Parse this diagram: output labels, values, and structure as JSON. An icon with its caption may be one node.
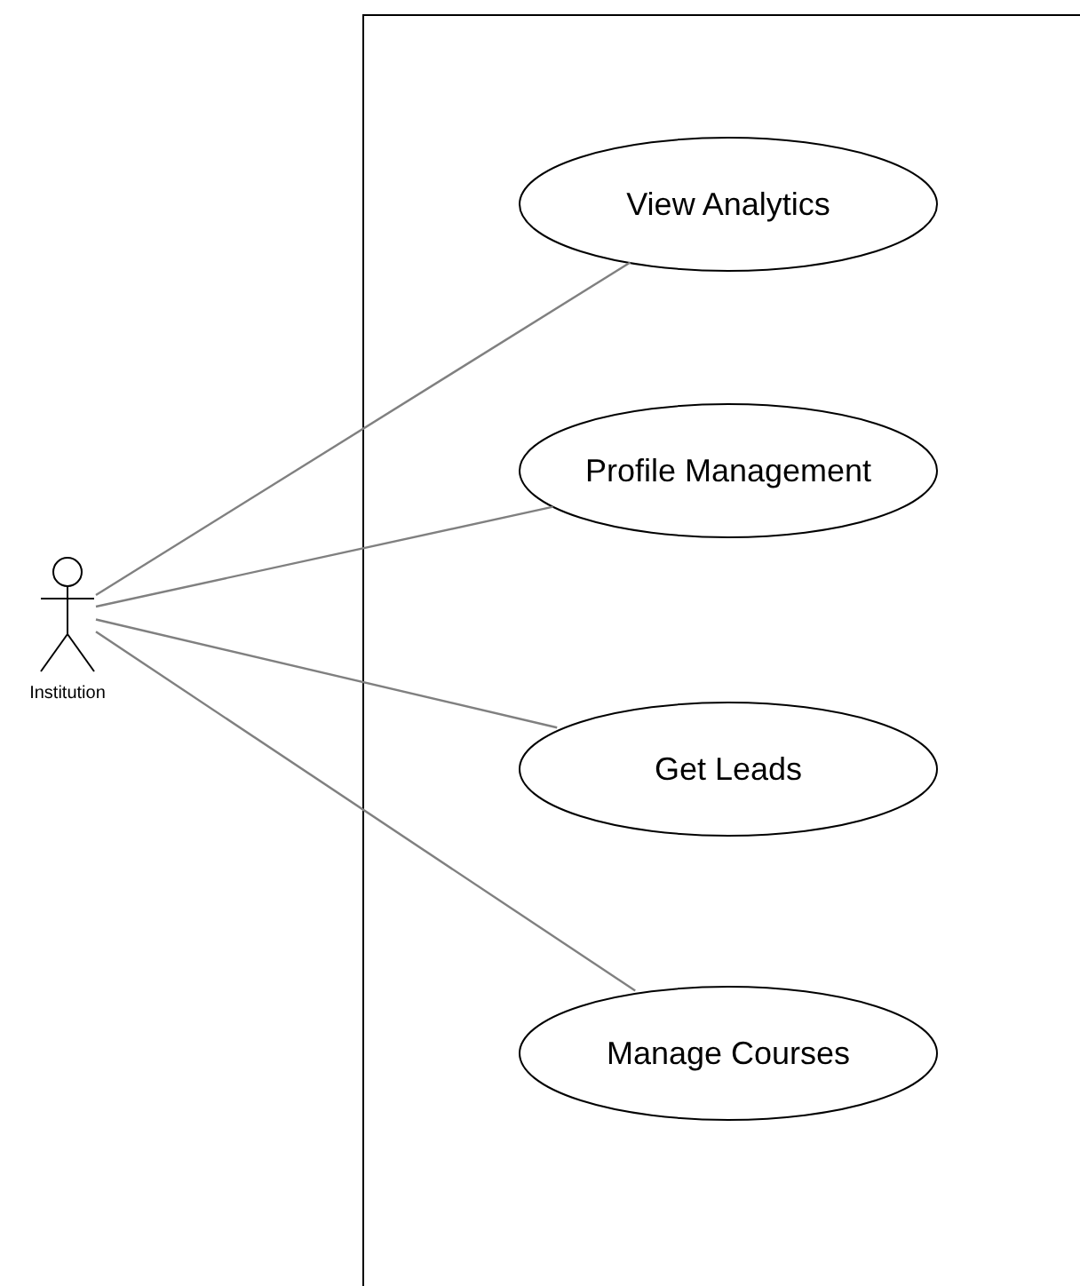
{
  "diagram": {
    "nodes": [
      {
        "text": [],
        "shape": "box"
      },
      {
        "text": [
          "View Analytics"
        ],
        "in": 0
      },
      {
        "text": [
          "Profile Management"
        ],
        "in": 0
      },
      {
        "text": [
          "Get Leads"
        ],
        "in": 0
      },
      {
        "text": [
          "Manage Courses"
        ],
        "in": 0
      },
      {
        "text": [
          "Institution"
        ]
      }
    ],
    "edges": [
      {
        "from": 5,
        "to": 1,
        "arrow": "none"
      },
      {
        "from": 5,
        "to": 2,
        "arrow": "none"
      },
      {
        "from": 5,
        "to": 3,
        "arrow": "none"
      },
      {
        "from": 5,
        "to": 4,
        "arrow": "none"
      }
    ]
  }
}
